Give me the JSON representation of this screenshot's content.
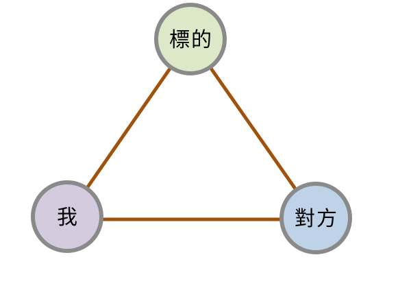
{
  "diagram": {
    "type": "triangle-relationship-diagram",
    "nodes": [
      {
        "id": "target",
        "label": "標的",
        "fill": "#dde8c9",
        "position": "top"
      },
      {
        "id": "me",
        "label": "我",
        "fill": "#d4cbdf",
        "position": "bottom-left"
      },
      {
        "id": "other",
        "label": "對方",
        "fill": "#bed3e8",
        "position": "bottom-right"
      }
    ],
    "edges": [
      {
        "from": "me",
        "to": "target"
      },
      {
        "from": "target",
        "to": "other"
      },
      {
        "from": "me",
        "to": "other"
      }
    ],
    "colors": {
      "edge": "#a0520c",
      "node_border": "#8a8a8a",
      "label_text": "#000000",
      "background": "#ffffff"
    }
  }
}
